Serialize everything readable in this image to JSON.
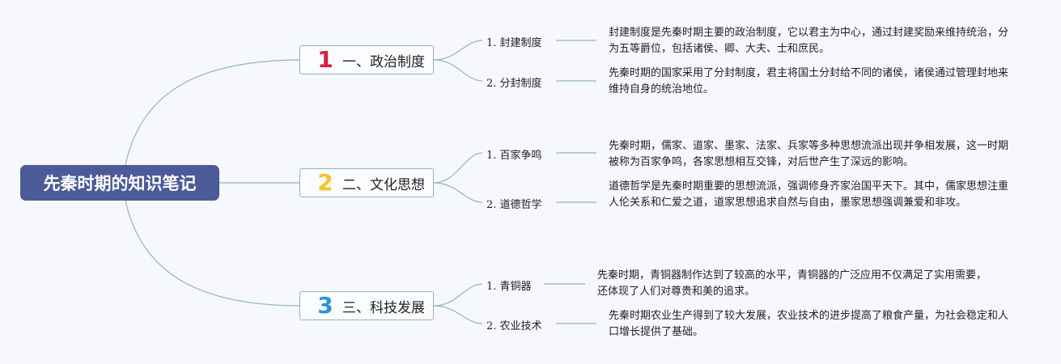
{
  "root": {
    "title": "先秦时期的知识笔记"
  },
  "colors": {
    "root_bg": "#4a5b98",
    "connector": "#8fb6bd",
    "num_1": "#d8213f",
    "num_2": "#f6c32b",
    "num_3": "#2a93d6"
  },
  "branches": [
    {
      "num": "1",
      "label": "一、政治制度",
      "subs": [
        {
          "label": "1. 封建制度",
          "desc": "封建制度是先秦时期主要的政治制度，它以君主为中心，通过封建奖励来维持统治，分为五等爵位，包括诸侯、卿、大夫、士和庶民。"
        },
        {
          "label": "2. 分封制度",
          "desc": "先秦时期的国家采用了分封制度，君主将国土分封给不同的诸侯，诸侯通过管理封地来维持自身的统治地位。"
        }
      ]
    },
    {
      "num": "2",
      "label": "二、文化思想",
      "subs": [
        {
          "label": "1. 百家争鸣",
          "desc": "先秦时期，儒家、道家、墨家、法家、兵家等多种思想流派出现并争相发展，这一时期被称为百家争鸣，各家思想相互交锋，对后世产生了深远的影响。"
        },
        {
          "label": "2. 道德哲学",
          "desc": "道德哲学是先秦时期重要的思想流派，强调修身齐家治国平天下。其中，儒家思想注重人伦关系和仁爱之道，道家思想追求自然与自由，墨家思想强调兼爱和非攻。"
        }
      ]
    },
    {
      "num": "3",
      "label": "三、科技发展",
      "subs": [
        {
          "label": "1. 青铜器",
          "desc": "先秦时期，青铜器制作达到了较高的水平，青铜器的广泛应用不仅满足了实用需要，还体现了人们对尊贵和美的追求。"
        },
        {
          "label": "2. 农业技术",
          "desc": "先秦时期农业生产得到了较大发展，农业技术的进步提高了粮食产量，为社会稳定和人口增长提供了基础。"
        }
      ]
    }
  ]
}
